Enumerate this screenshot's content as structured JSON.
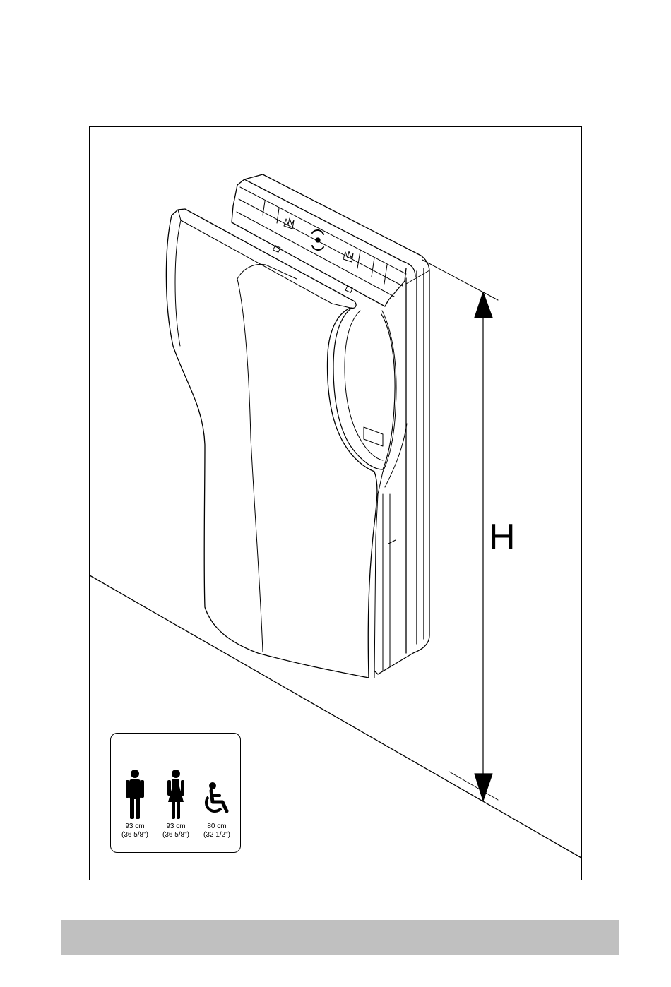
{
  "figure": {
    "dimension_label": "H",
    "colors": {
      "line": "#000000",
      "footer_bar": "#c0c0c0",
      "background": "#ffffff"
    }
  },
  "legend": {
    "items": [
      {
        "icon": "man-icon",
        "cm": "93 cm",
        "inches": "(36 5/8\")"
      },
      {
        "icon": "woman-icon",
        "cm": "93 cm",
        "inches": "(36 5/8\")"
      },
      {
        "icon": "wheelchair-icon",
        "cm": "80 cm",
        "inches": "(32 1/2\")"
      }
    ]
  }
}
